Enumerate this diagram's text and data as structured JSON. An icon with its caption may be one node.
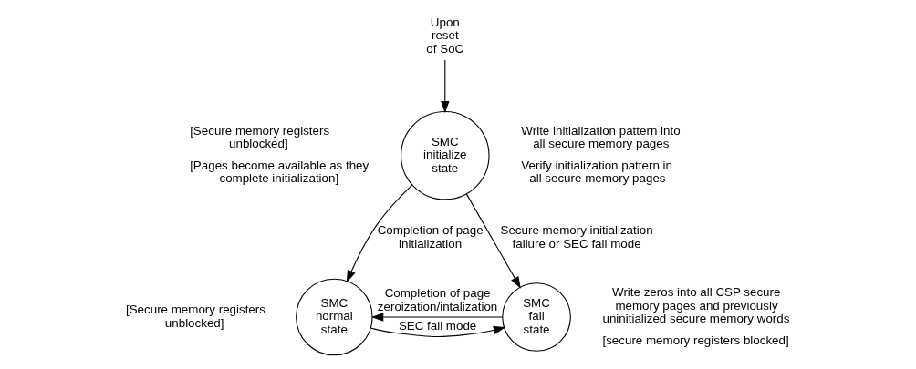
{
  "diagram": {
    "nodes": [
      {
        "text": [
          "SMC initialize state"
        ],
        "beside": [
          "[Secure memory registers unblocked]",
          "[Pages become available as they complete initialization]",
          "Write initialization pattern into all secure memory pages",
          "Verify initialization pattern in all secure memory pages"
        ]
      },
      {
        "text": [
          "SMC normal state"
        ],
        "beside": [
          "[Secure memory registers unblocked]"
        ]
      },
      {
        "text": [
          "SMC fail state"
        ],
        "beside": [
          "Write zeros into all CSP secure memory pages and previously uninitialized secure memory words",
          "[secure memory registers blocked]"
        ]
      },
      {
        "text": [
          "Upon reset of SoC"
        ]
      }
    ],
    "edges": [
      {
        "from": 3,
        "to": 0,
        "arrow": "to"
      },
      {
        "from": 0,
        "to": 1,
        "arrow": "to",
        "label": "Completion of page initialization"
      },
      {
        "from": 0,
        "to": 2,
        "arrow": "to",
        "label": "Secure memory initialization failure or SEC fail mode"
      },
      {
        "from": 1,
        "to": 2,
        "arrow": "to",
        "label": "SEC fail mode"
      },
      {
        "from": 2,
        "to": 1,
        "arrow": "to",
        "label": "Completion of page zeroization/intalization"
      }
    ]
  }
}
